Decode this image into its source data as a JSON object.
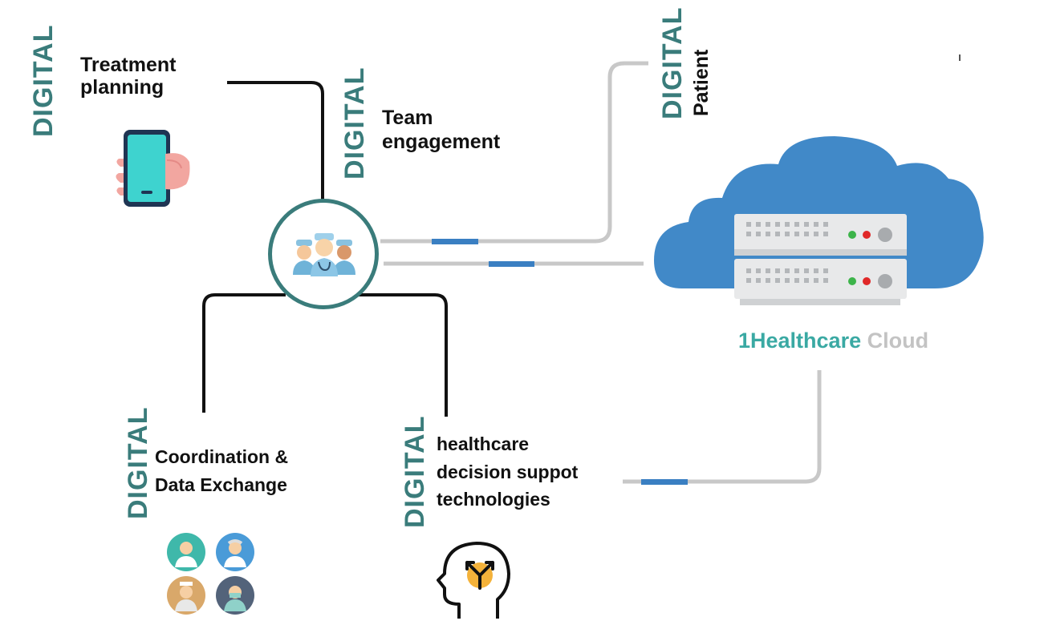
{
  "nodes": {
    "treatment": {
      "tag": "DIGITAL",
      "line1": "Treatment",
      "line2": "planning",
      "icon": "phone-in-hand-icon"
    },
    "team": {
      "tag": "DIGITAL",
      "line1": "Team",
      "line2": "engagement",
      "icon": "medical-team-icon"
    },
    "patient": {
      "tag": "DIGITAL",
      "label": "Patient"
    },
    "coordination": {
      "tag": "DIGITAL",
      "line1": "Coordination &",
      "line2": "Data Exchange",
      "icon": "doctors-avatars-icon"
    },
    "decision": {
      "tag": "DIGITAL",
      "line1": "healthcare",
      "line2": "decision suppot",
      "line3": "technologies",
      "icon": "brain-decision-icon"
    }
  },
  "cloud": {
    "brand": "1Healthcare",
    "word": "Cloud",
    "icon": "cloud-server-icon"
  },
  "colors": {
    "teal": "#3a7c7b",
    "cloud_blue": "#4189c8",
    "connector_blue": "#3a7fc2",
    "gray_line": "#c8c8c8",
    "brand_teal": "#3aa9a3"
  }
}
